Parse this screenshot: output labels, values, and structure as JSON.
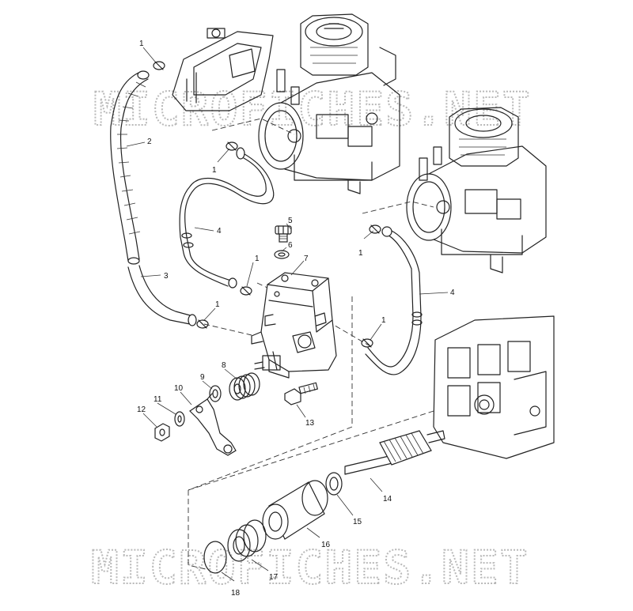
{
  "watermarks": [
    "MICROFICHES.NET",
    "MICROFICHES.NET"
  ],
  "callouts": [
    {
      "id": "c1a",
      "label": "1"
    },
    {
      "id": "c2",
      "label": "2"
    },
    {
      "id": "c1b",
      "label": "1"
    },
    {
      "id": "c4a",
      "label": "4"
    },
    {
      "id": "c5",
      "label": "5"
    },
    {
      "id": "c6",
      "label": "6"
    },
    {
      "id": "c1c",
      "label": "1"
    },
    {
      "id": "c3",
      "label": "3"
    },
    {
      "id": "c7",
      "label": "7"
    },
    {
      "id": "c1d",
      "label": "1"
    },
    {
      "id": "c1e",
      "label": "1"
    },
    {
      "id": "c4b",
      "label": "4"
    },
    {
      "id": "c1f",
      "label": "1"
    },
    {
      "id": "c8",
      "label": "8"
    },
    {
      "id": "c9",
      "label": "9"
    },
    {
      "id": "c10",
      "label": "10"
    },
    {
      "id": "c11",
      "label": "11"
    },
    {
      "id": "c12",
      "label": "12"
    },
    {
      "id": "c13",
      "label": "13"
    },
    {
      "id": "c14",
      "label": "14"
    },
    {
      "id": "c15",
      "label": "15"
    },
    {
      "id": "c16",
      "label": "16"
    },
    {
      "id": "c17",
      "label": "17"
    },
    {
      "id": "c18",
      "label": "18"
    }
  ]
}
